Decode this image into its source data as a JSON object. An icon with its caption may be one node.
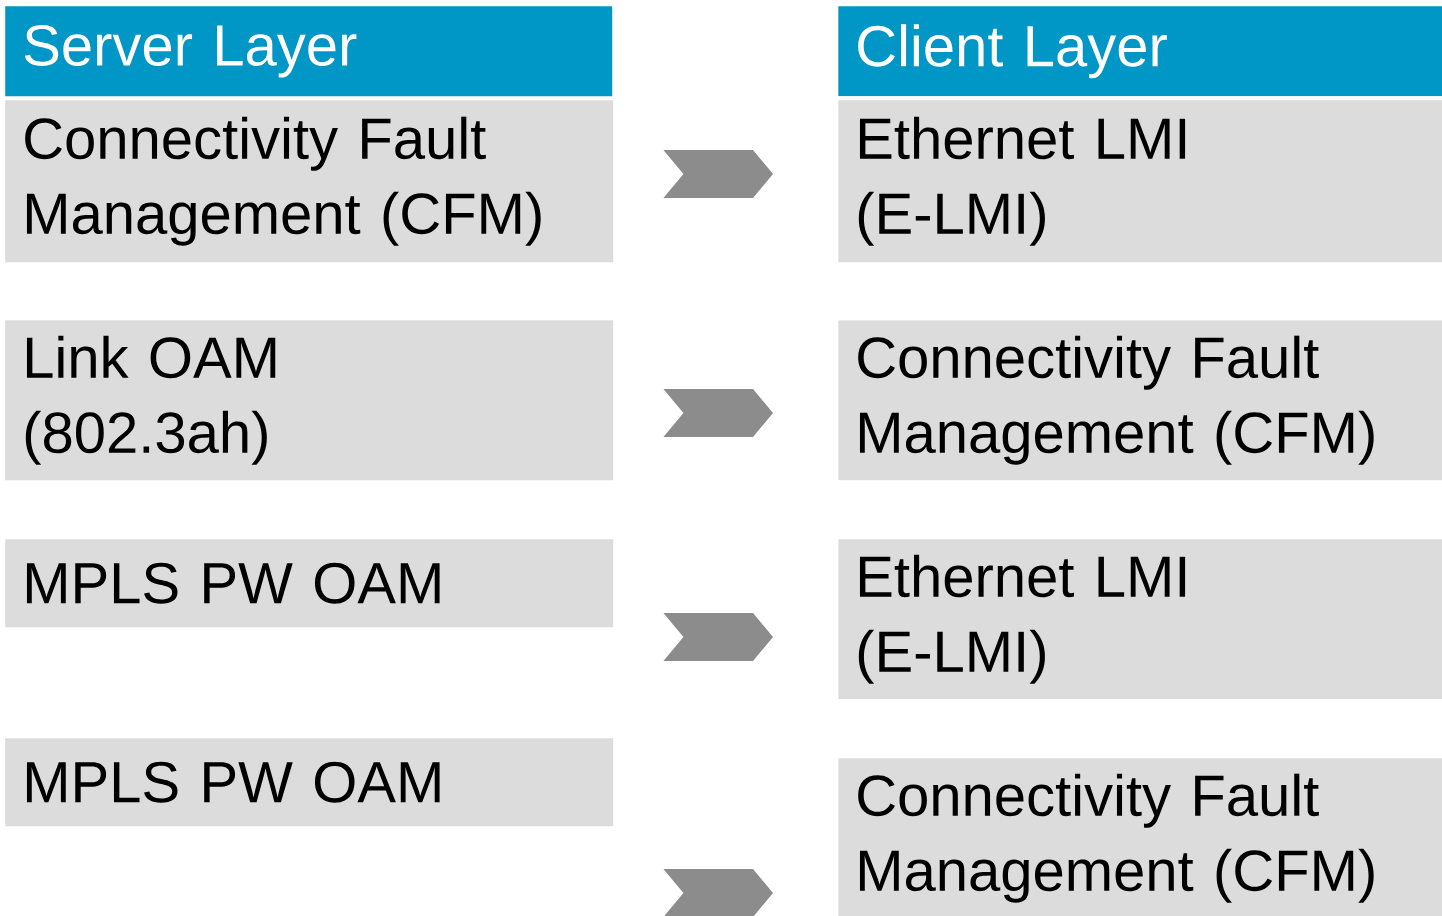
{
  "diagram": {
    "nodes": [
      {
        "text": [
          "Server Layer"
        ]
      },
      {
        "text": [
          "Client Layer"
        ]
      },
      {
        "text": [
          "Connectivity Fault Management (CFM)"
        ]
      },
      {
        "text": [
          "Ethernet LMI (E-LMI)"
        ]
      },
      {
        "text": [
          "Link OAM (802.3ah)"
        ]
      },
      {
        "text": [
          "Connectivity Fault Management (CFM)"
        ]
      },
      {
        "text": [
          "MPLS PW OAM"
        ]
      },
      {
        "text": [
          "Ethernet LMI (E-LMI)"
        ]
      },
      {
        "text": [
          "MPLS PW OAM"
        ]
      },
      {
        "text": [
          "Connectivity Fault Management (CFM)"
        ]
      }
    ],
    "edges": [
      {
        "from": 2,
        "to": 3,
        "arrow": "to"
      },
      {
        "from": 4,
        "to": 5,
        "arrow": "to"
      },
      {
        "from": 6,
        "to": 7,
        "arrow": "to"
      },
      {
        "from": 8,
        "to": 9,
        "arrow": "to"
      }
    ]
  }
}
